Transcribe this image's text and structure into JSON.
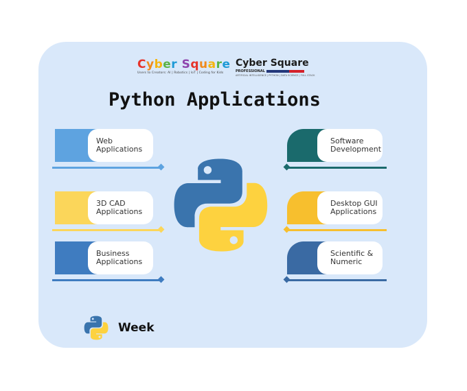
{
  "logos": {
    "kids": {
      "text": "Cyber Square",
      "tagline": "Users to Creators: AI | Robotics | IoT | Coding for Kids",
      "letter_colors": [
        "#e6332a",
        "#f08a1c",
        "#f5b50f",
        "#5bb346",
        "#1e9ad6",
        "#8e44ad",
        "#e6332a",
        "#f08a1c",
        "#f5b50f",
        "#5bb346",
        "#1e9ad6",
        "#8e44ad"
      ]
    },
    "pro": {
      "text": "Cyber Square",
      "band_text": "PROFESSIONAL",
      "subtitle": "ARTIFICIAL INTELLIGENCE | PYTHON | DATA SCIENCE | FULL STACK"
    }
  },
  "title": "Python Applications",
  "items_left": [
    {
      "line1": "Web",
      "line2": "Applications",
      "color": "#5ea3e0"
    },
    {
      "line1": "3D CAD",
      "line2": "Applications",
      "color": "#fbd65a"
    },
    {
      "line1": "Business",
      "line2": "Applications",
      "color": "#3f7cc0"
    }
  ],
  "items_right": [
    {
      "line1": "Software",
      "line2": "Development",
      "color": "#1a6a6c"
    },
    {
      "line1": "Desktop GUI",
      "line2": "Applications",
      "color": "#f7bf2e"
    },
    {
      "line1": "Scientific &",
      "line2": "Numeric",
      "color": "#3a6aa3"
    }
  ],
  "footer": {
    "label": "Week",
    "icon": "python-logo-icon"
  },
  "colors": {
    "background": "#d9e8fa",
    "python_blue": "#3a74ad",
    "python_yellow": "#fdd23f"
  }
}
